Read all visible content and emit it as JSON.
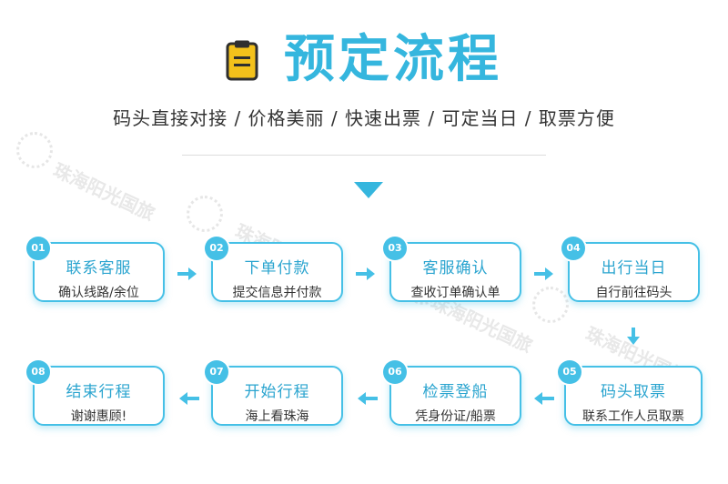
{
  "header": {
    "title": "预定流程",
    "subtitle": "码头直接对接 / 价格美丽 / 快速出票 / 可定当日 / 取票方便"
  },
  "watermark": {
    "text": "珠海阳光国旅"
  },
  "colors": {
    "accent": "#45c0e6",
    "title": "#35b6de",
    "icon_fill": "#f3c11b",
    "icon_outline": "#2f2f2f"
  },
  "steps": [
    {
      "num": "01",
      "title": "联系客服",
      "desc": "确认线路/余位"
    },
    {
      "num": "02",
      "title": "下单付款",
      "desc": "提交信息并付款"
    },
    {
      "num": "03",
      "title": "客服确认",
      "desc": "查收订单确认单"
    },
    {
      "num": "04",
      "title": "出行当日",
      "desc": "自行前往码头"
    },
    {
      "num": "05",
      "title": "码头取票",
      "desc": "联系工作人员取票"
    },
    {
      "num": "06",
      "title": "检票登船",
      "desc": "凭身份证/船票"
    },
    {
      "num": "07",
      "title": "开始行程",
      "desc": "海上看珠海"
    },
    {
      "num": "08",
      "title": "结束行程",
      "desc": "谢谢惠顾!"
    }
  ]
}
